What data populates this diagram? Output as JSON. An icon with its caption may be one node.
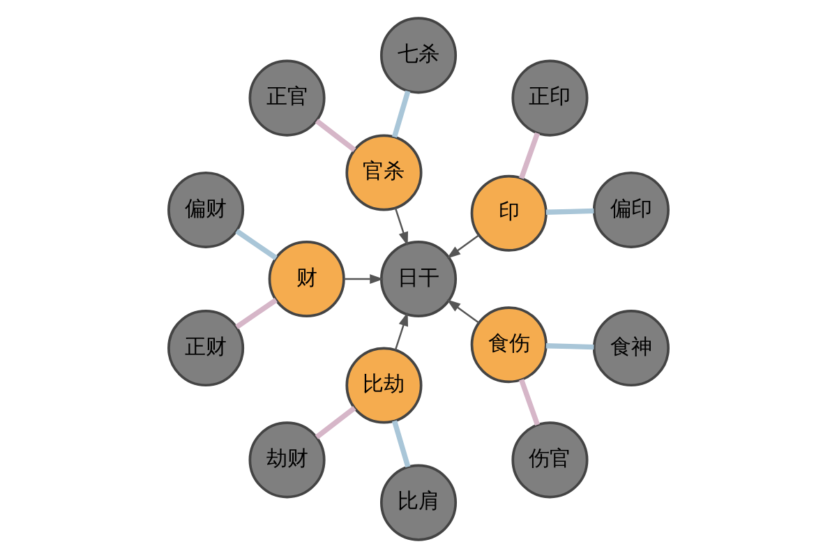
{
  "diagram": {
    "nodes": [
      {
        "text": [
          "日干"
        ]
      },
      {
        "text": [
          "印"
        ]
      },
      {
        "text": [
          "偏印"
        ]
      },
      {
        "text": [
          "正印"
        ]
      },
      {
        "text": [
          "官杀"
        ]
      },
      {
        "text": [
          "七杀"
        ]
      },
      {
        "text": [
          "正官"
        ]
      },
      {
        "text": [
          "财"
        ]
      },
      {
        "text": [
          "偏财"
        ]
      },
      {
        "text": [
          "正财"
        ]
      },
      {
        "text": [
          "比劫"
        ]
      },
      {
        "text": [
          "劫财"
        ]
      },
      {
        "text": [
          "比肩"
        ]
      },
      {
        "text": [
          "食伤"
        ]
      },
      {
        "text": [
          "伤官"
        ]
      },
      {
        "text": [
          "食神"
        ]
      }
    ],
    "edges": [
      {
        "from": 1,
        "to": 0,
        "arrow": "to"
      },
      {
        "from": 2,
        "to": 1,
        "arrow": "none",
        "color": "#a9c6d8"
      },
      {
        "from": 3,
        "to": 1,
        "arrow": "none",
        "color": "#d6b6c8"
      },
      {
        "from": 4,
        "to": 0,
        "arrow": "to"
      },
      {
        "from": 5,
        "to": 4,
        "arrow": "none",
        "color": "#a9c6d8"
      },
      {
        "from": 6,
        "to": 4,
        "arrow": "none",
        "color": "#d6b6c8"
      },
      {
        "from": 7,
        "to": 0,
        "arrow": "to"
      },
      {
        "from": 8,
        "to": 7,
        "arrow": "none",
        "color": "#a9c6d8"
      },
      {
        "from": 9,
        "to": 7,
        "arrow": "none",
        "color": "#d6b6c8"
      },
      {
        "from": 10,
        "to": 0,
        "arrow": "to"
      },
      {
        "from": 11,
        "to": 10,
        "arrow": "none",
        "color": "#d6b6c8"
      },
      {
        "from": 12,
        "to": 10,
        "arrow": "none",
        "color": "#a9c6d8"
      },
      {
        "from": 13,
        "to": 0,
        "arrow": "to"
      },
      {
        "from": 14,
        "to": 13,
        "arrow": "none",
        "color": "#d6b6c8"
      },
      {
        "from": 15,
        "to": 13,
        "arrow": "none",
        "color": "#a9c6d8"
      }
    ]
  }
}
